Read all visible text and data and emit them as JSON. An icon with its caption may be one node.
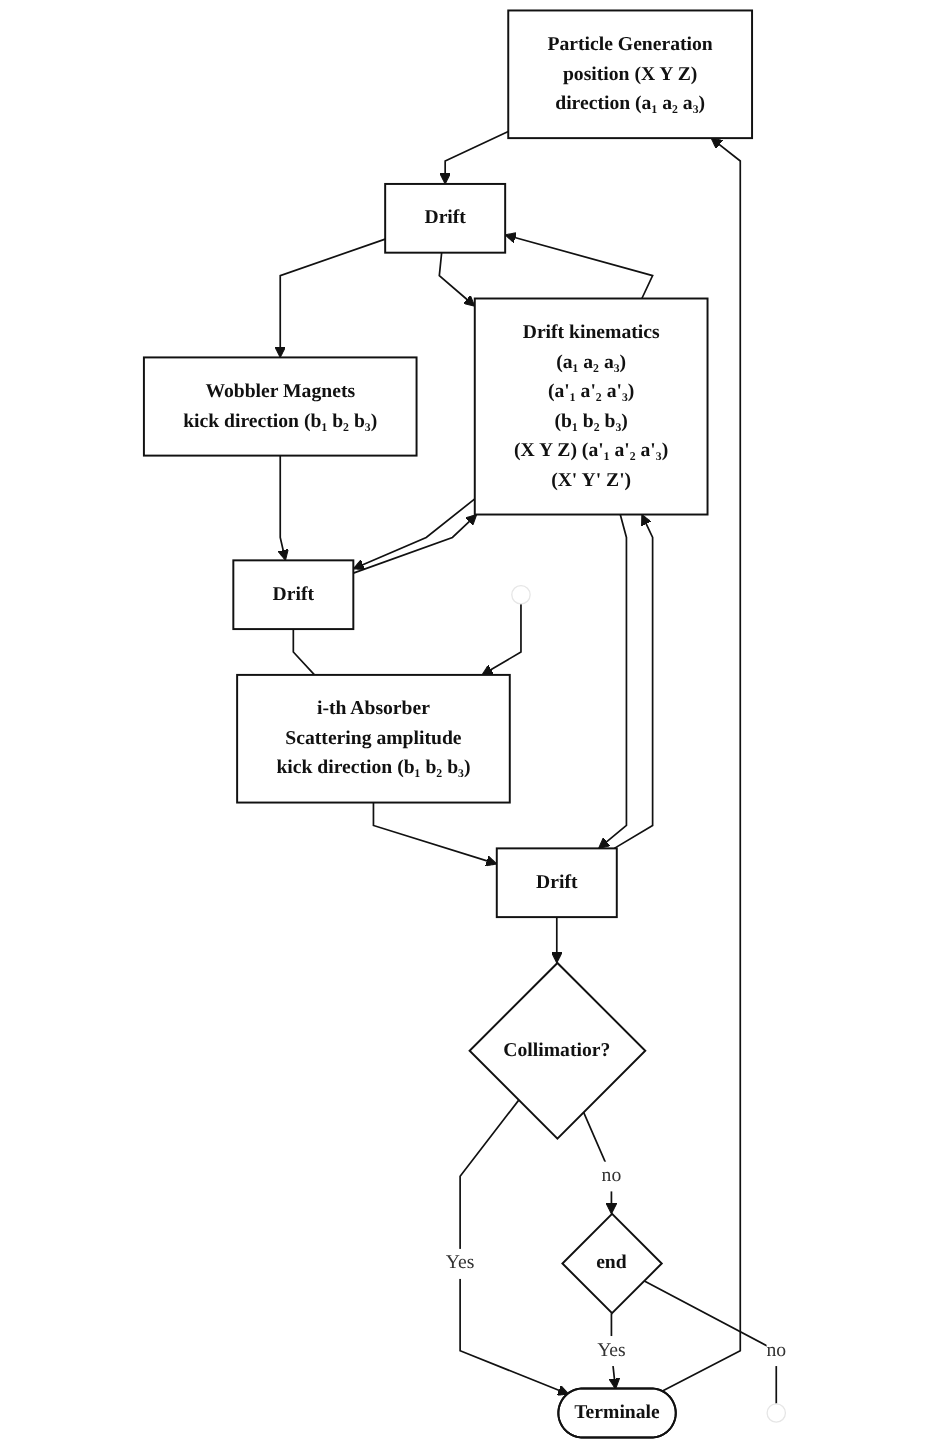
{
  "diagram": {
    "nodes": [
      {
        "text": [
          "Particle Generation",
          "position (X Y Z)",
          "direction (a₁ a₂ a₃)"
        ]
      },
      {
        "text": [
          "Drift"
        ]
      },
      {
        "text": [
          "Drift kinematics",
          "(a₁ a₂ a₃)",
          "(a'₁ a'₂ a'₃)",
          "(b₁ b₂ b₃)",
          "(X Y Z) (a'₁ a'₂ a'₃)",
          "(X' Y' Z')"
        ]
      },
      {
        "text": [
          "Wobbler Magnets",
          "kick direction (b₁ b₂ b₃)"
        ]
      },
      {
        "text": [
          "Drift"
        ]
      },
      {
        "text": [
          "i-th Absorber",
          "Scattering amplitude",
          "kick direction (b₁ b₂ b₃)"
        ]
      },
      {
        "text": [
          "Drift"
        ]
      },
      {
        "text": [
          "Collimatior?"
        ]
      },
      {
        "text": [
          "end"
        ]
      },
      {
        "text": [
          "Terminale"
        ]
      }
    ],
    "edges": [
      {
        "from": 9,
        "to": 0,
        "arrow": "to"
      },
      {
        "from": 0,
        "to": 1,
        "arrow": "to"
      },
      {
        "from": 1,
        "to": 2,
        "arrow": "to"
      },
      {
        "from": 2,
        "to": 1,
        "arrow": "to"
      },
      {
        "from": 1,
        "to": 3,
        "arrow": "to"
      },
      {
        "from": 3,
        "to": 4,
        "arrow": "to"
      },
      {
        "from": 4,
        "to": 2,
        "arrow": "to"
      },
      {
        "from": 2,
        "to": 4,
        "arrow": "to"
      },
      {
        "from": 4,
        "to": 5,
        "arrow": "none"
      },
      {
        "from": null,
        "to": 5,
        "arrow": "to"
      },
      {
        "from": 5,
        "to": 6,
        "arrow": "to"
      },
      {
        "from": 6,
        "to": 2,
        "arrow": "to"
      },
      {
        "from": 2,
        "to": 6,
        "arrow": "to"
      },
      {
        "from": 6,
        "to": 7,
        "arrow": "to"
      },
      {
        "from": 7,
        "to": 9,
        "label": "Yes",
        "arrow": "to"
      },
      {
        "from": 7,
        "to": 8,
        "label": "no",
        "arrow": "to"
      },
      {
        "from": 8,
        "to": 9,
        "label": "Yes",
        "arrow": "to"
      },
      {
        "from": 8,
        "to": null,
        "label": "no",
        "arrow": "none"
      }
    ]
  }
}
